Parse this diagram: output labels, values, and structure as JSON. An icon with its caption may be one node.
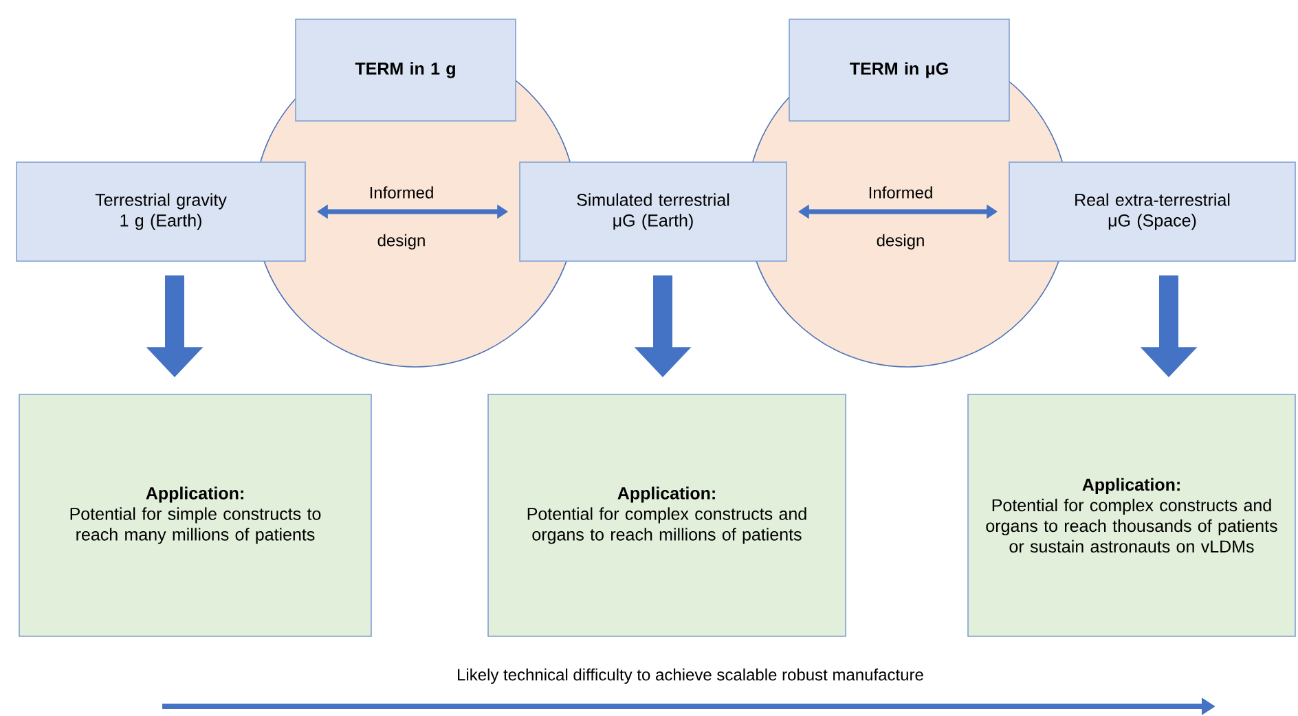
{
  "diagram": {
    "nodes": [
      {
        "text": [
          "TERM in 1 g"
        ]
      },
      {
        "text": [
          "TERM in μG"
        ]
      },
      {
        "text": [
          "Terrestrial gravity 1 g (Earth)"
        ]
      },
      {
        "text": [
          "Simulated terrestrial μG (Earth)"
        ]
      },
      {
        "text": [
          "Real extra-terrestrial μG (Space)"
        ]
      },
      {
        "text": [
          "Application:",
          "Potential for simple constructs to reach many millions of patients"
        ]
      },
      {
        "text": [
          "Application:",
          "Potential for complex constructs and organs to reach millions of patients"
        ]
      },
      {
        "text": [
          "Application:",
          "Potential for complex constructs and organs to reach thousands of patients or sustain astronauts on vLDMs"
        ]
      }
    ],
    "edges": [
      {
        "from": 2,
        "to": 3,
        "arrow": "both"
      },
      {
        "from": 3,
        "to": 4,
        "arrow": "both"
      },
      {
        "from": 2,
        "to": 5,
        "arrow": "to"
      },
      {
        "from": 3,
        "to": 6,
        "arrow": "to"
      },
      {
        "from": 4,
        "to": 7,
        "arrow": "to"
      }
    ],
    "labels": [
      "Informed",
      "design",
      "Informed",
      "design",
      "Likely technical difficulty to achieve scalable robust manufacture"
    ]
  }
}
